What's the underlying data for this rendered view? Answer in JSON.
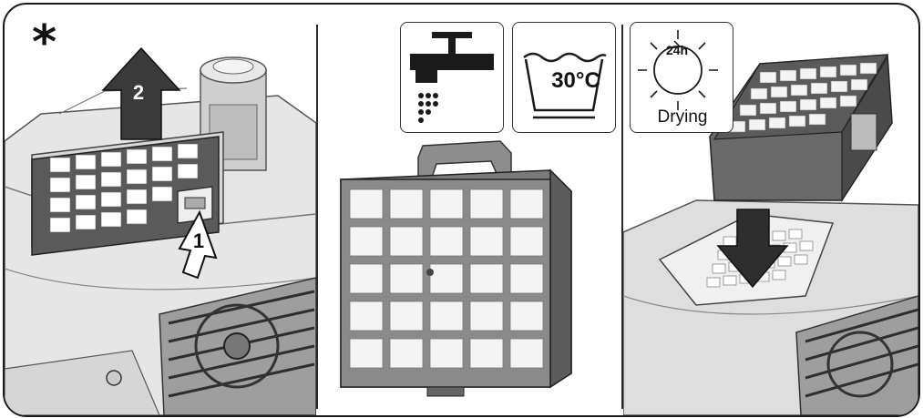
{
  "marker": "*",
  "steps": {
    "remove_lift": "2",
    "unlatch": "1"
  },
  "wash": {
    "temperature": "30°C"
  },
  "dry": {
    "hours": "24h",
    "label": "Drying"
  },
  "icons": [
    "water-tap-icon",
    "wash-basin-icon",
    "sun-drying-icon",
    "arrow-up-icon",
    "arrow-down-icon",
    "pointer-arrow-icon"
  ]
}
